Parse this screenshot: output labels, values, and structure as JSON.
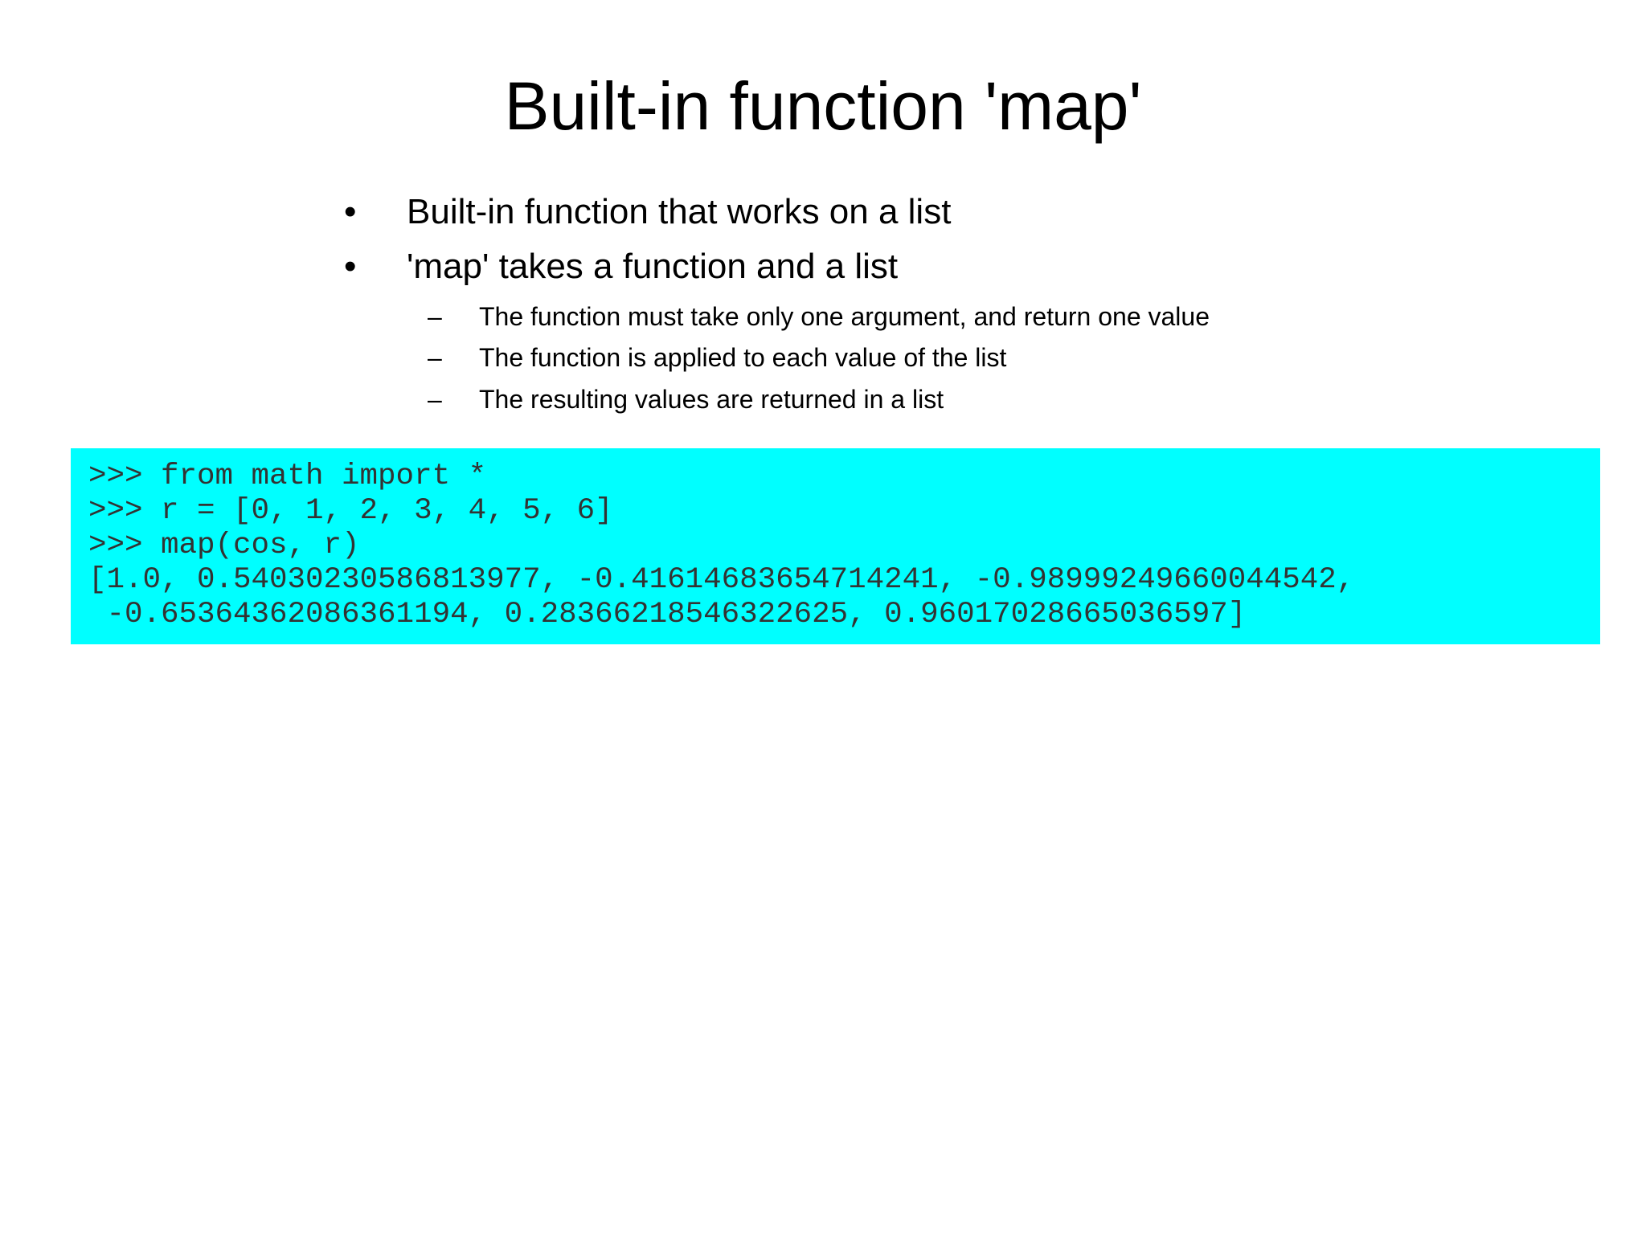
{
  "slide": {
    "title": "Built-in function 'map'",
    "colors": {
      "background": "#ffffff",
      "code_background": "#00ffff",
      "text": "#000000",
      "code_text": "#333333"
    },
    "bullets": [
      {
        "marker": "•",
        "text": "Built-in function that works on a list"
      },
      {
        "marker": "•",
        "text": "'map' takes a function and a list"
      }
    ],
    "sub_bullets": [
      {
        "marker": "–",
        "text": "The function must take only one argument, and return one value"
      },
      {
        "marker": "–",
        "text": "The function is applied to each value of the list"
      },
      {
        "marker": "–",
        "text": "The resulting values are returned in a list"
      }
    ],
    "code_lines": [
      ">>> from math import *",
      ">>> r = [0, 1, 2, 3, 4, 5, 6]",
      ">>> map(cos, r)",
      "[1.0, 0.54030230586813977, -0.41614683654714241, -0.98999249660044542,",
      " -0.65364362086361194, 0.28366218546322625, 0.96017028665036597]"
    ]
  }
}
